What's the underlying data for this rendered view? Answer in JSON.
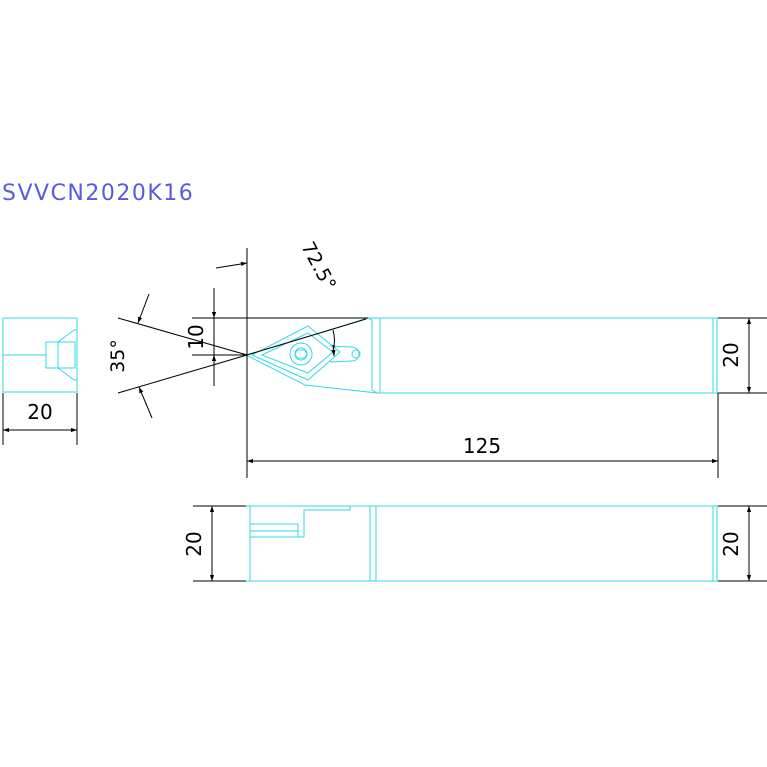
{
  "title": "SVVCN2020K16",
  "colors": {
    "outline": "#33d9e6",
    "dimension": "#000000",
    "title": "#5a5ae0",
    "background": "#ffffff"
  },
  "dimensions": {
    "end_width": "20",
    "shank_height_top": "20",
    "length": "125",
    "side_height_left": "20",
    "side_height_right": "20",
    "offset": "10",
    "insert_angle": "35°",
    "approach_angle": "72.5°"
  }
}
